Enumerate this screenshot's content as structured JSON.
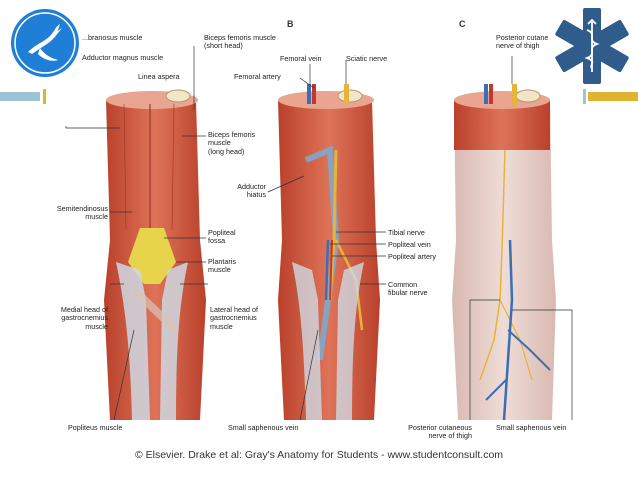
{
  "colors": {
    "accent_blue": "#9cc3d6",
    "accent_gold": "#e0b430",
    "logo_blue": "#1f7fd6",
    "star_blue": "#2f5c8a",
    "muscle_red": "#c9543a",
    "muscle_light": "#e39a80",
    "fat_yellow": "#e8d44a",
    "vein_blue": "#3a6fb5",
    "nerve_yellow": "#e6b43a"
  },
  "icons": {
    "logo": "heron-bird-logo",
    "emblem": "star-of-life-icon"
  },
  "panels": {
    "b": "B",
    "c": "C"
  },
  "labels": {
    "panel_a": {
      "membranosus": "...branosus muscle",
      "adductor_magnus": "Adductor magnus muscle",
      "linea_aspera": "Linea aspera",
      "biceps_short": "Biceps femoris muscle\n(short head)",
      "biceps_long": "Biceps femoris\nmuscle\n(long head)",
      "semitendinosus": "Semitendinosus\nmuscle",
      "popliteal_fossa": "Popliteal\nfossa",
      "plantaris": "Plantaris\nmuscle",
      "medial_gastrocnemius": "Medial head of\ngastrocnemius\nmuscle",
      "lateral_gastrocnemius": "Lateral head of\ngastrocnemius\nmuscle",
      "popliteus": "Popliteus muscle"
    },
    "panel_b": {
      "femoral_vein": "Femoral vein",
      "sciatic_nerve": "Sciatic nerve",
      "femoral_artery": "Femoral artery",
      "adductor_hiatus": "Adductor\nhiatus",
      "tibial_nerve": "Tibial nerve",
      "popliteal_vein": "Popliteal vein",
      "popliteal_artery": "Popliteal artery",
      "common_fibular": "Common\nfibular nerve",
      "small_saphenous": "Small saphenous vein"
    },
    "panel_c": {
      "posterior_cutaneous_top": "Posterior cutane\nnerve of thigh",
      "posterior_cutaneous_bottom": "Posterior cutaneous\nnerve of thigh",
      "small_saphenous": "Small saphenous vein"
    }
  },
  "caption": "© Elsevier. Drake et al: Gray's Anatomy for Students - www.studentconsult.com"
}
